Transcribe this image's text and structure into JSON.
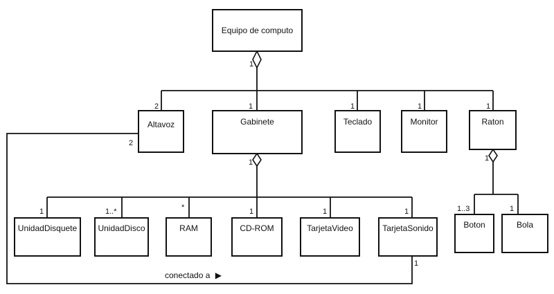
{
  "classes": {
    "equipo": "Equipo de computo",
    "altavoz": "Altavoz",
    "gabinete": "Gabinete",
    "teclado": "Teclado",
    "monitor": "Monitor",
    "raton": "Raton",
    "unidad_disquete": "UnidadDisquete",
    "unidad_disco": "UnidadDisco",
    "ram": "RAM",
    "cdrom": "CD-ROM",
    "tarjeta_video": "TarjetaVideo",
    "tarjeta_sonido": "TarjetaSonido",
    "boton": "Boton",
    "bola": "Bola"
  },
  "multiplicities": {
    "equipo_whole": "1",
    "altavoz_part": "2",
    "gabinete_part": "1",
    "teclado_part": "1",
    "monitor_part": "1",
    "raton_part": "1",
    "gabinete_whole": "1",
    "raton_whole": "1",
    "unidad_disquete_part": "1",
    "unidad_disco_part": "1..*",
    "ram_part": "*",
    "cdrom_part": "1",
    "tarjeta_video_part": "1",
    "tarjeta_sonido_part": "1",
    "boton_part": "1..3",
    "bola_part": "1",
    "altavoz_assoc": "2",
    "tarjeta_sonido_assoc": "1"
  },
  "association": {
    "label": "conectado a",
    "arrow": "▶"
  }
}
